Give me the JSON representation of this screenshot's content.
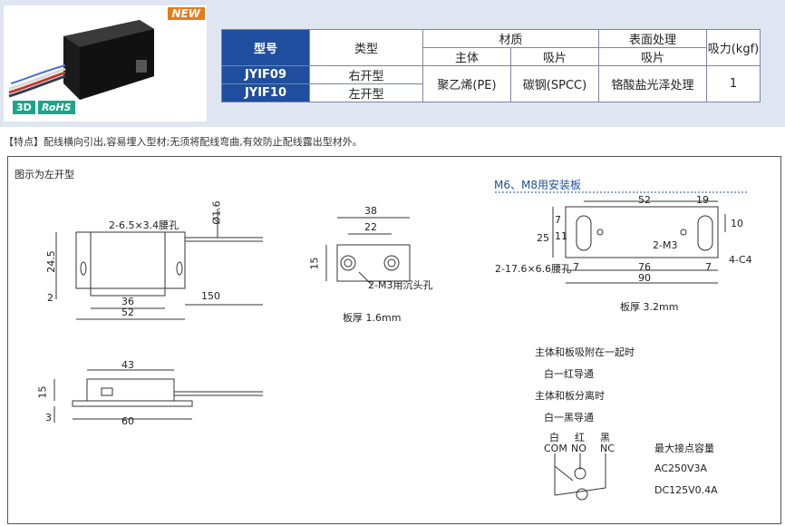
{
  "product": {
    "new_badge": "NEW",
    "tag_3d": "3D",
    "tag_rohs": "RoHS"
  },
  "spec_table": {
    "headers": {
      "model": "型号",
      "type": "类型",
      "material": "材质",
      "surface": "表面处理",
      "force": "吸力(kgf)"
    },
    "subheaders": {
      "body": "主体",
      "attract": "吸片",
      "attract2": "吸片"
    },
    "rows": [
      {
        "model": "JYIF09",
        "type": "右开型"
      },
      {
        "model": "JYIF10",
        "type": "左开型"
      }
    ],
    "body_material": "聚乙烯(PE)",
    "plate_material": "碳钢(SPCC)",
    "surface_treatment": "铬酸盐光泽处理",
    "force_value": "1"
  },
  "feature_note": "【特点】配线横向引出,容易埋入型材;无须将配线弯曲,有效防止配线露出型材外。",
  "drawing": {
    "left_caption": "图示为左开型",
    "slot_label": "2-6.5×3.4腰孔",
    "dia_label": "Ø1.6",
    "dim_245": "24.5",
    "dim_2": "2",
    "dim_36": "36",
    "dim_52": "52",
    "dim_150": "150",
    "plate_dim_38": "38",
    "plate_dim_22": "22",
    "plate_dim_15": "15",
    "plate_hole_label": "2-M3用沉头孔",
    "plate_thickness": "板厚 1.6mm",
    "side_dim_43": "43",
    "side_dim_15": "15",
    "side_dim_3": "3",
    "side_dim_60": "60",
    "m6_title": "M6、M8用安装板",
    "m6_dim_52": "52",
    "m6_dim_19": "19",
    "m6_dim_7a": "7",
    "m6_dim_11": "11",
    "m6_dim_25": "25",
    "m6_dim_10": "10",
    "m6_m3": "2-M3",
    "m6_slot": "2-17.6×6.6腰孔",
    "m6_c4": "4-C4",
    "m6_dim_7b": "7",
    "m6_dim_76": "76",
    "m6_dim_7c": "7",
    "m6_dim_90": "90",
    "m6_thickness": "板厚 3.2mm",
    "contact_line1": "主体和板吸附在一起时",
    "contact_line2": "白一红导通",
    "contact_line3": "主体和板分离时",
    "contact_line4": "白一黑导通",
    "wire_white": "白",
    "wire_red": "红",
    "wire_black": "黑",
    "term_com": "COM",
    "term_no": "NO",
    "term_nc": "NC",
    "max_load_title": "最大接点容量",
    "max_load_ac": "AC250V3A",
    "max_load_dc": "DC125V0.4A"
  }
}
